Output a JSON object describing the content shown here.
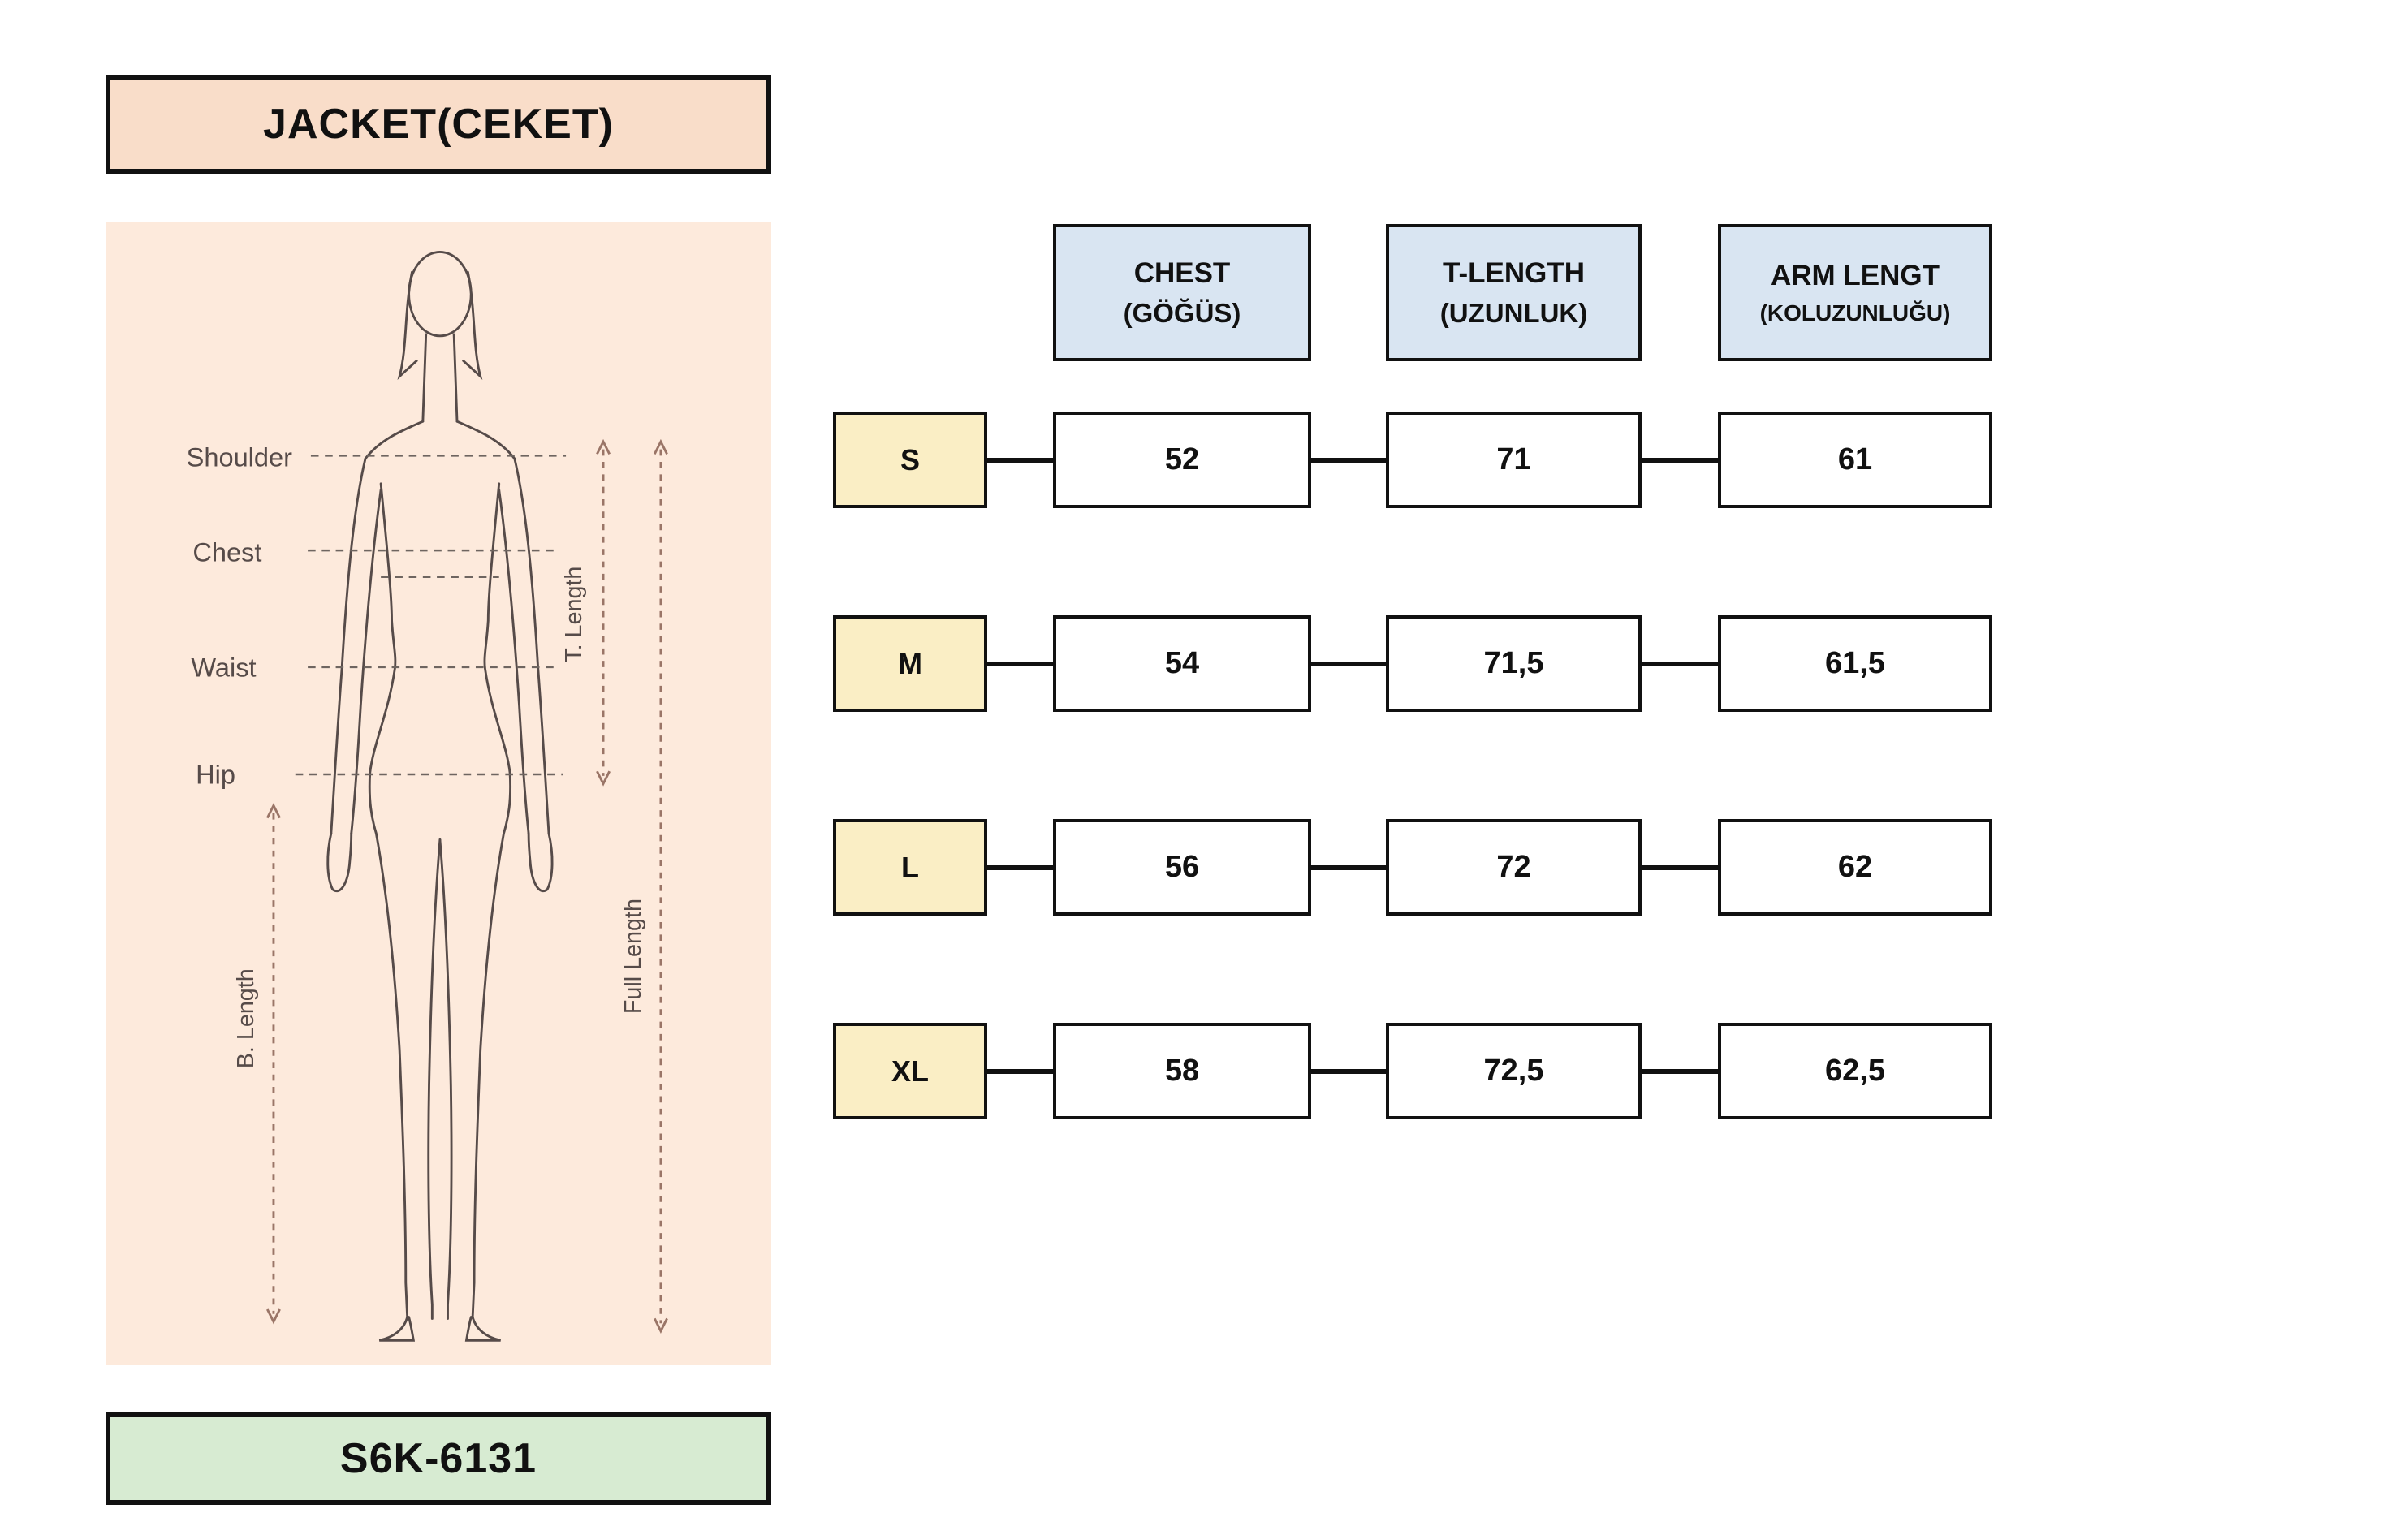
{
  "title": "JACKET(CEKET)",
  "product_code": "S6K-6131",
  "figure": {
    "labels": {
      "shoulder": "Shoulder",
      "chest": "Chest",
      "waist": "Waist",
      "hip": "Hip",
      "t_length": "T. Length",
      "full_length": "Full Length",
      "b_length": "B. Length"
    }
  },
  "chart_data": {
    "type": "table",
    "columns": [
      {
        "name": "CHEST",
        "subtitle": "(GÖĞÜS)"
      },
      {
        "name": "T-LENGTH",
        "subtitle": "(UZUNLUK)"
      },
      {
        "name": "ARM LENGT",
        "subtitle": "(KOLUZUNLUĞU)"
      }
    ],
    "rows": [
      {
        "size": "S",
        "values": [
          "52",
          "71",
          "61"
        ]
      },
      {
        "size": "M",
        "values": [
          "54",
          "71,5",
          "61,5"
        ]
      },
      {
        "size": "L",
        "values": [
          "56",
          "72",
          "62"
        ]
      },
      {
        "size": "XL",
        "values": [
          "58",
          "72,5",
          "62,5"
        ]
      }
    ]
  },
  "colors": {
    "title_bg": "#f9ddc9",
    "figure_bg": "#fdeadc",
    "code_bg": "#d7ebd2",
    "header_bg": "#d9e5f2",
    "size_bg": "#faeec5",
    "border": "#111111",
    "arrow": "#9a7567",
    "figure_line": "#564b49"
  }
}
